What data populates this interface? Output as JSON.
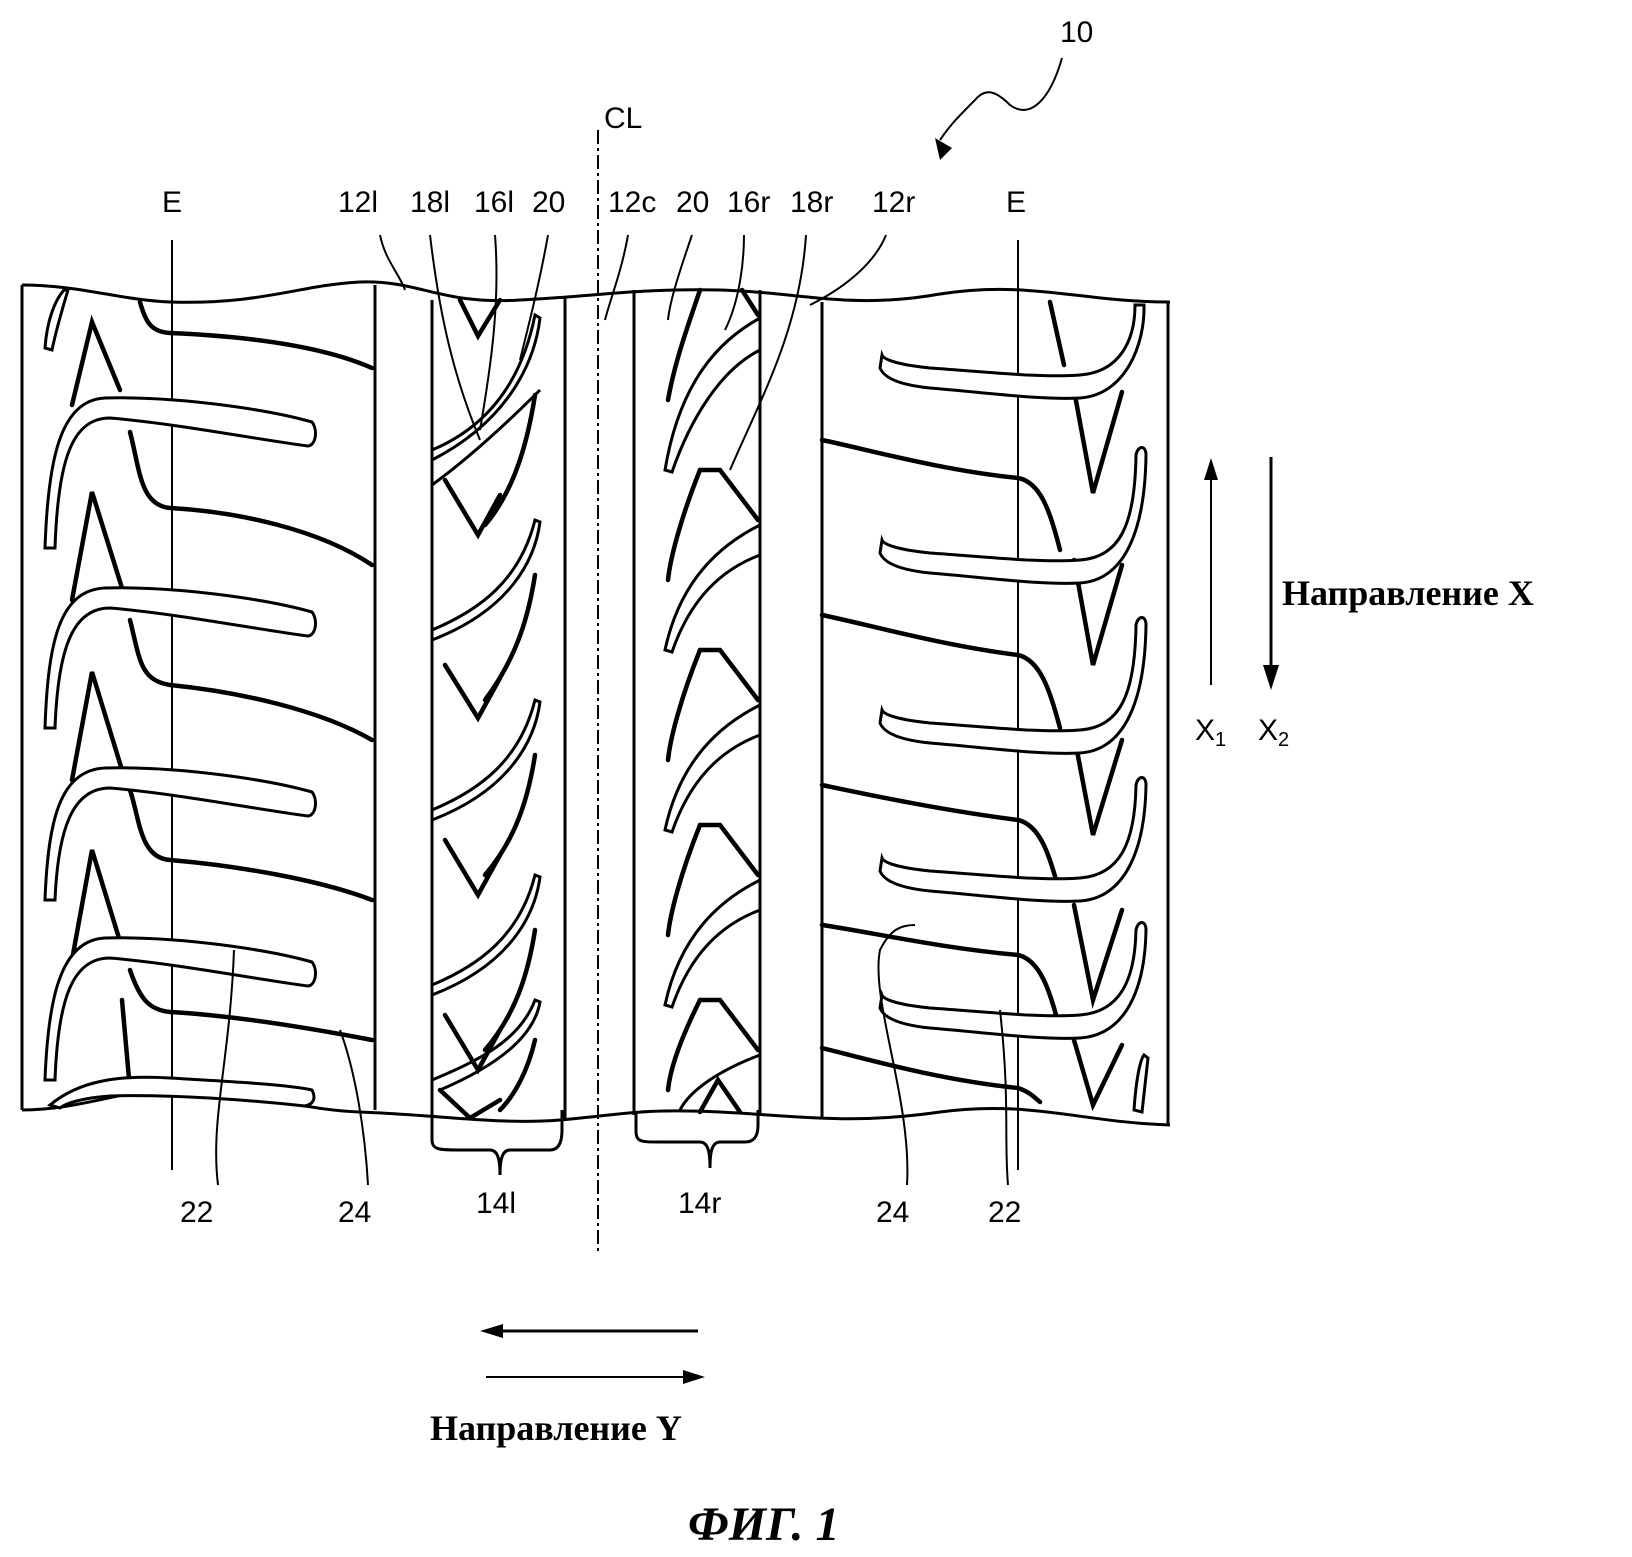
{
  "figure": {
    "reference_numeral": "10",
    "centerline_label": "CL",
    "edge_label_left": "E",
    "edge_label_right": "E",
    "top_labels": {
      "groove_left": "12l",
      "sipe_18_left": "18l",
      "sipe_16_left": "16l",
      "sipe_20_left": "20",
      "groove_center": "12c",
      "sipe_20_right": "20",
      "sipe_16_right": "16r",
      "sipe_18_right": "18r",
      "groove_right": "12r"
    },
    "bottom_labels": {
      "shoulder_sipe_left": "22",
      "lug_groove_left": "24",
      "rib_left": "14l",
      "rib_right": "14r",
      "lug_groove_right": "24",
      "shoulder_sipe_right": "22"
    },
    "direction_x": {
      "label": "Направление X",
      "x1_main": "X",
      "x1_sub": "1",
      "x2_main": "X",
      "x2_sub": "2"
    },
    "direction_y": {
      "label": "Направление Y"
    },
    "caption": "ФИГ. 1"
  }
}
